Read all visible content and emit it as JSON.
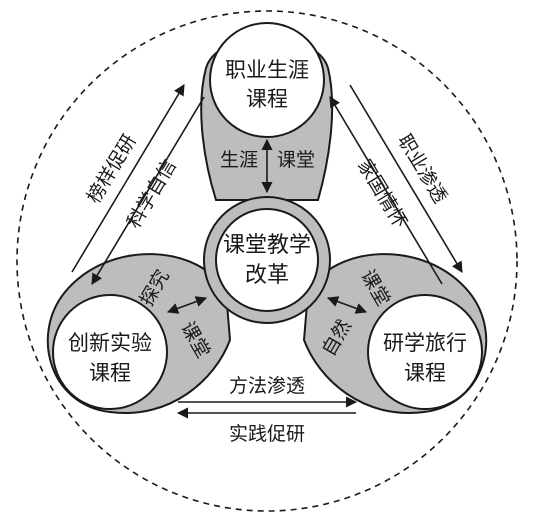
{
  "center": {
    "line1": "课堂教学",
    "line2": "改革"
  },
  "nodes": {
    "top": {
      "line1": "职业生涯",
      "line2": "课程"
    },
    "left": {
      "line1": "创新实验",
      "line2": "课程"
    },
    "right": {
      "line1": "研学旅行",
      "line2": "课程"
    }
  },
  "lobes": {
    "top": {
      "left_text": "生涯",
      "right_text": "课堂"
    },
    "left": {
      "upper_text": "探究",
      "lower_text": "课堂"
    },
    "right": {
      "upper_text": "课堂",
      "lower_text": "自然"
    }
  },
  "connections": {
    "left_side": {
      "outer": "榜样促研",
      "inner": "科学自信"
    },
    "right_side": {
      "outer": "职业渗透",
      "inner": "家国情怀"
    },
    "bottom": {
      "outer": "方法渗透",
      "inner": "实践促研"
    }
  },
  "colors": {
    "lobe_fill": "#bdbdbd",
    "line": "#1a1a1a",
    "background": "#ffffff"
  }
}
